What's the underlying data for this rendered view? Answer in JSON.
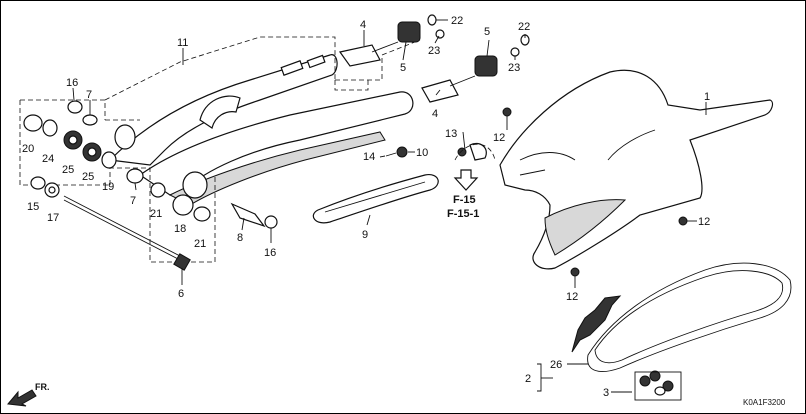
{
  "callouts": {
    "c1": "1",
    "c2": "2",
    "c3": "3",
    "c4a": "4",
    "c4b": "4",
    "c5a": "5",
    "c5b": "5",
    "c6": "6",
    "c7a": "7",
    "c7b": "7",
    "c8": "8",
    "c9": "9",
    "c10": "10",
    "c11": "11",
    "c12a": "12",
    "c12b": "12",
    "c12c": "12",
    "c13": "13",
    "c14": "14",
    "c15": "15",
    "c16a": "16",
    "c16b": "16",
    "c17": "17",
    "c18": "18",
    "c19": "19",
    "c20": "20",
    "c21a": "21",
    "c21b": "21",
    "c22a": "22",
    "c22b": "22",
    "c23a": "23",
    "c23b": "23",
    "c24": "24",
    "c25a": "25",
    "c25b": "25",
    "c26": "26"
  },
  "refs": {
    "f15": "F-15",
    "f151": "F-15-1"
  },
  "direction_label": "FR.",
  "diagram_code": "K0A1F3200"
}
